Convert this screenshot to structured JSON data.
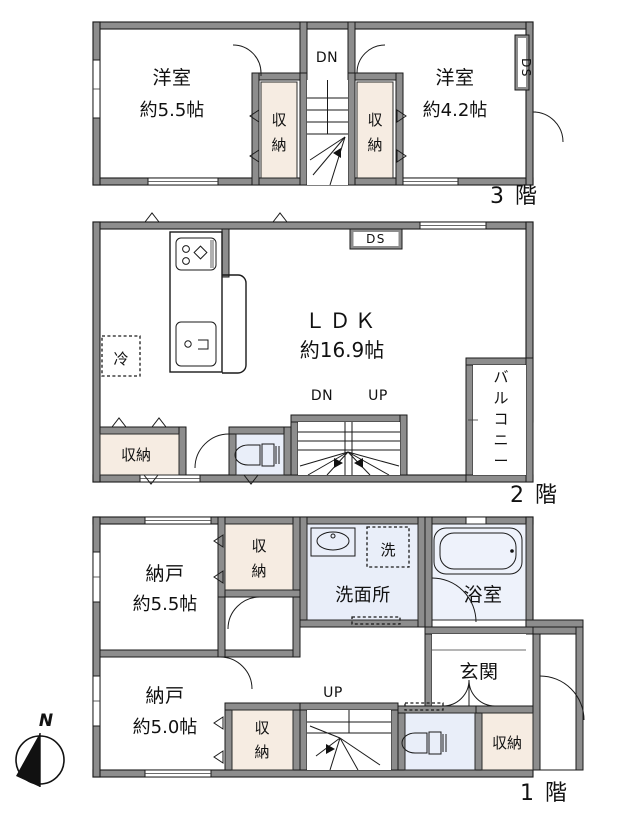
{
  "document": {
    "type": "floor-plan",
    "title": "間取り図",
    "compass": {
      "label": "N",
      "direction": "up"
    }
  },
  "palette": {
    "wall": "#8d8d8d",
    "outline": "#1a1a1a",
    "storage_fill": "#f6ece2",
    "water_fill": "#e9eef9",
    "bath_fill": "#eef2fb",
    "background": "#ffffff"
  },
  "floors": [
    {
      "id": "floor-3",
      "label": "3 階",
      "rooms": [
        {
          "name": "洋室",
          "area": "約5.5帖",
          "kind": "western-room"
        },
        {
          "name": "洋室",
          "area": "約4.2帖",
          "kind": "western-room"
        },
        {
          "name": "収納",
          "area": "",
          "kind": "storage"
        },
        {
          "name": "収納",
          "area": "",
          "kind": "storage"
        }
      ],
      "markers": [
        {
          "name": "DN",
          "kind": "stair-down"
        },
        {
          "name": "DS",
          "kind": "duct-space"
        }
      ]
    },
    {
      "id": "floor-2",
      "label": "2 階",
      "rooms": [
        {
          "name": "LDK",
          "area": "約16.9帖",
          "kind": "living-dining-kitchen"
        },
        {
          "name": "収納",
          "area": "",
          "kind": "storage"
        },
        {
          "name": "バルコニー",
          "area": "",
          "kind": "balcony"
        }
      ],
      "markers": [
        {
          "name": "DS",
          "kind": "duct-space"
        },
        {
          "name": "冷",
          "kind": "refrigerator"
        },
        {
          "name": "DN",
          "kind": "stair-down"
        },
        {
          "name": "UP",
          "kind": "stair-up"
        }
      ]
    },
    {
      "id": "floor-1",
      "label": "1 階",
      "rooms": [
        {
          "name": "納戸",
          "area": "約5.5帖",
          "kind": "storeroom"
        },
        {
          "name": "納戸",
          "area": "約5.0帖",
          "kind": "storeroom"
        },
        {
          "name": "洗面所",
          "area": "",
          "kind": "washroom"
        },
        {
          "name": "浴室",
          "area": "",
          "kind": "bathroom"
        },
        {
          "name": "玄関",
          "area": "",
          "kind": "entrance"
        },
        {
          "name": "収納",
          "area": "",
          "kind": "storage"
        },
        {
          "name": "収納",
          "area": "",
          "kind": "storage"
        },
        {
          "name": "収納",
          "area": "",
          "kind": "storage"
        }
      ],
      "markers": [
        {
          "name": "洗",
          "kind": "washing-machine"
        },
        {
          "name": "UP",
          "kind": "stair-up"
        }
      ]
    }
  ],
  "labels": {
    "floor3": "3 階",
    "floor2": "2 階",
    "floor1": "1 階",
    "youshitsu": "洋室",
    "area_5_5": "約5.5帖",
    "area_4_2": "約4.2帖",
    "shuunou": "収納",
    "dn": "DN",
    "up": "UP",
    "ds": "DS",
    "ldk": "ＬＤＫ",
    "ldk_area": "約16.9帖",
    "rei": "冷",
    "balcony_1": "バ",
    "balcony_2": "ル",
    "balcony_3": "コ",
    "balcony_4": "ニ",
    "balcony_5": "ー",
    "nando": "納戸",
    "area_5_0": "約5.0帖",
    "senmenjo": "洗面所",
    "sen": "洗",
    "yokushitsu": "浴室",
    "genkan": "玄関",
    "north": "N"
  }
}
